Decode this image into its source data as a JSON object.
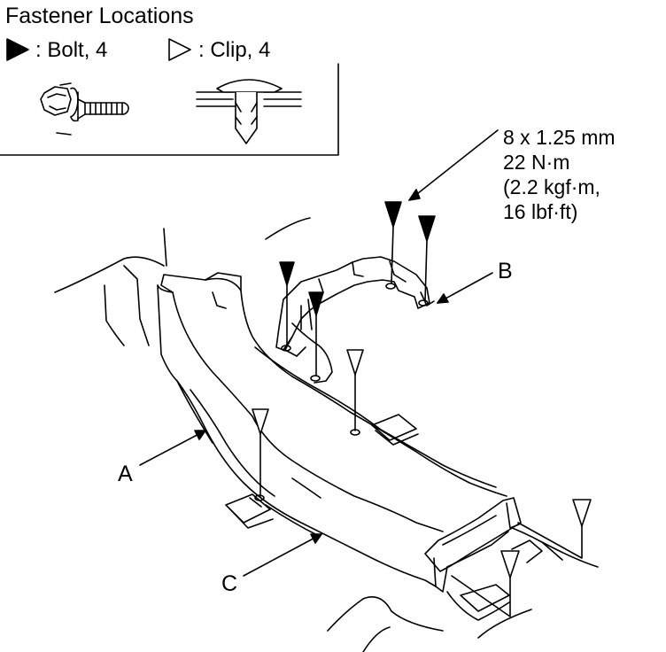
{
  "title": "Fastener Locations",
  "legend": {
    "bolt": {
      "symbol": "filled-triangle-icon",
      "label": ": Bolt, 4"
    },
    "clip": {
      "symbol": "open-triangle-icon",
      "label": ": Clip, 4"
    }
  },
  "torque_spec": {
    "size": "8 x 1.25 mm",
    "torque_nm": "22 N·m",
    "torque_kgf": "(2.2 kgf·m,",
    "torque_lbf": "16 lbf·ft)"
  },
  "callouts": {
    "a": "A",
    "b": "B",
    "c": "C"
  },
  "colors": {
    "line": "#000000",
    "background": "#ffffff"
  }
}
